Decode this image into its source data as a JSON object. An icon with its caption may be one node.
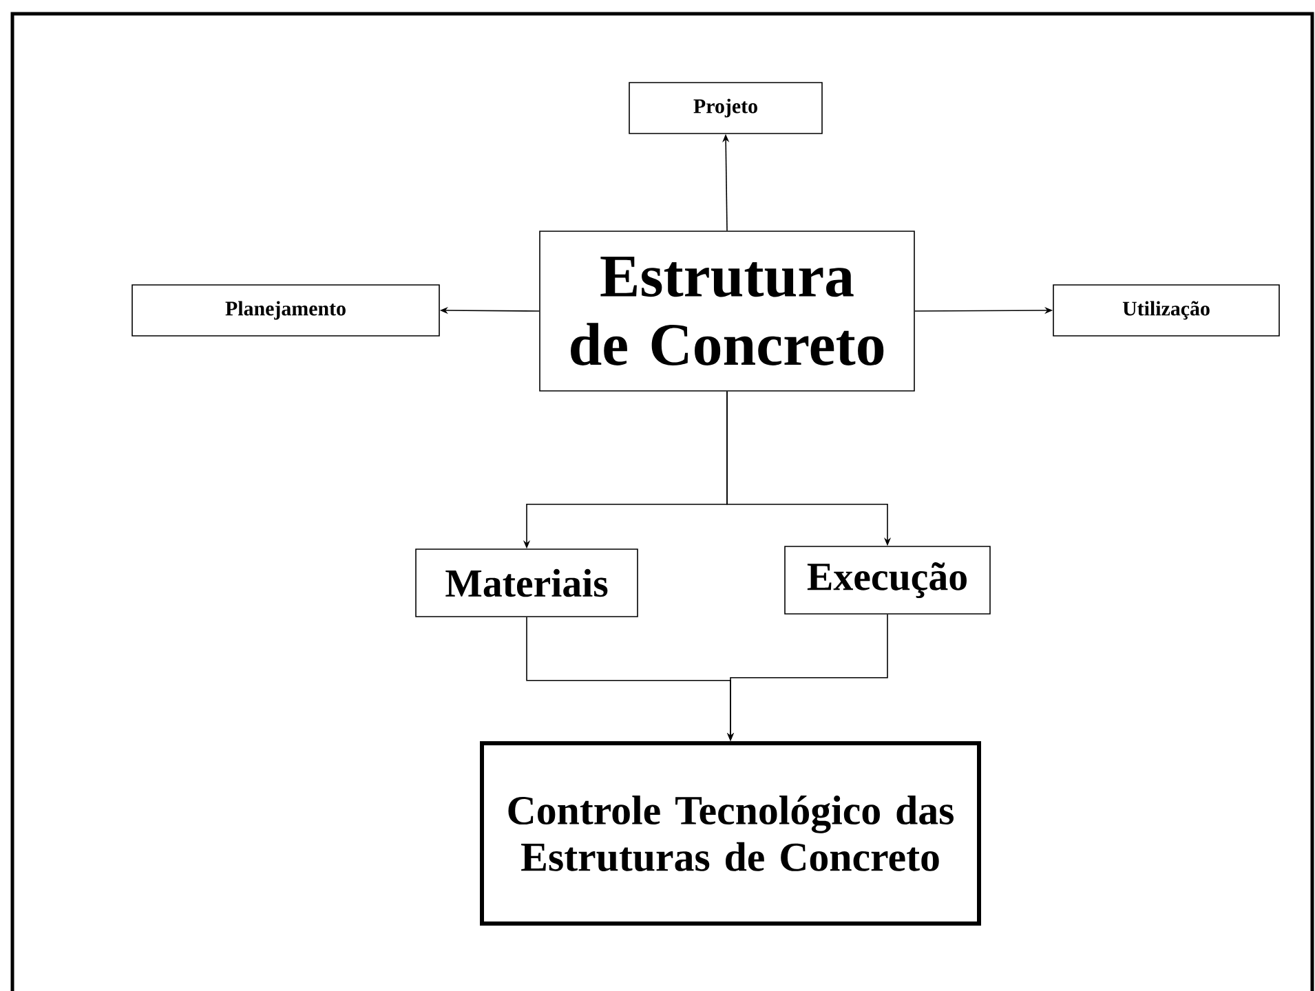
{
  "diagram": {
    "nodes": [
      {
        "text": [
          "Estrutura de Concreto"
        ]
      },
      {
        "text": [
          "Projeto"
        ]
      },
      {
        "text": [
          "Planejamento"
        ]
      },
      {
        "text": [
          "Utilização"
        ]
      },
      {
        "text": [
          "Materiais"
        ]
      },
      {
        "text": [
          "Execução"
        ]
      },
      {
        "text": [
          "Controle Tecnológico das Estruturas de Concreto"
        ]
      }
    ],
    "edges": [
      {
        "from": 0,
        "to": 1,
        "arrow": "to"
      },
      {
        "from": 0,
        "to": 2,
        "arrow": "to"
      },
      {
        "from": 0,
        "to": 3,
        "arrow": "to"
      },
      {
        "from": 0,
        "to": 4,
        "arrow": "to"
      },
      {
        "from": 0,
        "to": 5,
        "arrow": "to"
      },
      {
        "from": 4,
        "to": 6,
        "arrow": "to"
      },
      {
        "from": 5,
        "to": 6,
        "arrow": "to"
      }
    ]
  }
}
